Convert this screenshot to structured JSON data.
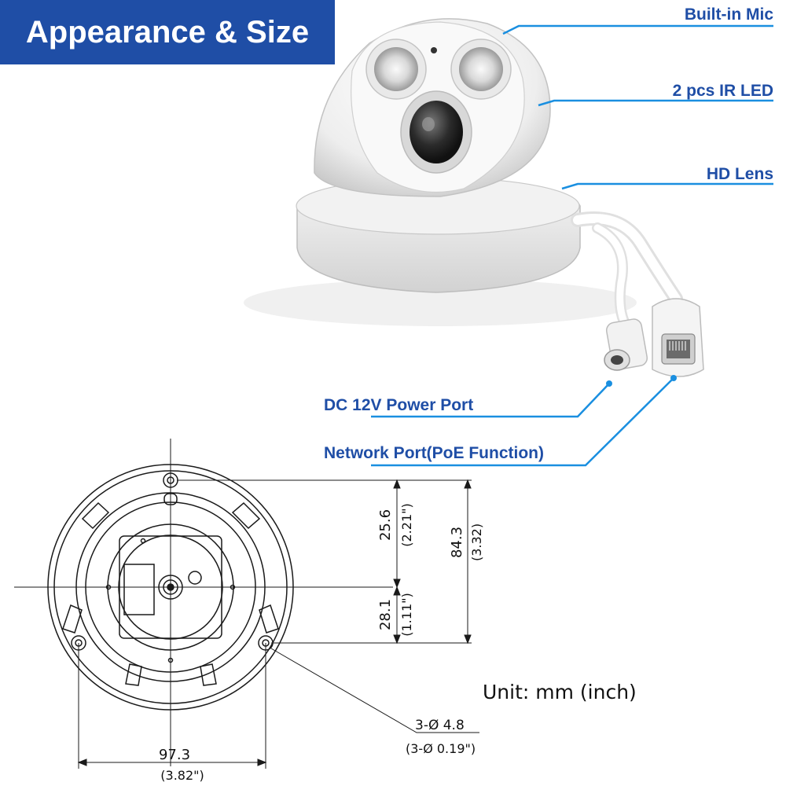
{
  "title": "Appearance & Size",
  "callouts": {
    "mic": "Built-in Mic",
    "ir_led": "2 pcs IR LED",
    "lens": "HD Lens",
    "dc_power": "DC 12V  Power Port",
    "network": "Network Port(PoE Function)"
  },
  "dimensions": {
    "upper_mm": "25.6",
    "upper_in": "(2.21\")",
    "lower_mm": "28.1",
    "lower_in": "(1.11\")",
    "total_mm": "84.3",
    "total_in": "(3.32)",
    "width_mm": "97.3",
    "width_in": "(3.82\")",
    "hole_mm": "3-Ø 4.8",
    "hole_in": "(3-Ø 0.19\")"
  },
  "unit_note": "Unit: mm (inch)",
  "colors": {
    "accent": "#1f4ea6",
    "leader": "#1a8fe0"
  }
}
